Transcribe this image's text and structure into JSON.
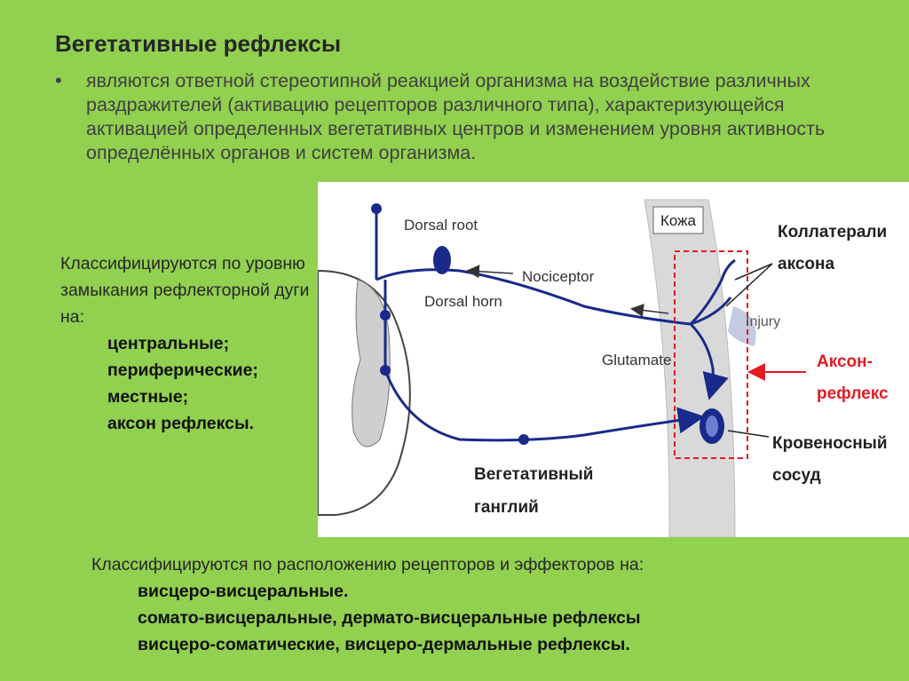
{
  "slide": {
    "title": "Вегетативные рефлексы",
    "bullet_symbol": "•",
    "bullet_text": "являются ответной стереотипной реакцией организма на воздействие различных раздражителей (активацию рецепторов различного типа), характеризующейся активацией определенных вегетативных центров и изменением уровня активность определённых органов и систем организма."
  },
  "classification_level": {
    "intro": "Классифицируются по уровню замыкания рефлекторной дуги на:",
    "items": [
      "центральные;",
      "периферические;",
      "местные;",
      "аксон рефлексы."
    ]
  },
  "diagram": {
    "labels": {
      "dorsal_root": "Dorsal root",
      "nociceptor": "Nociceptor",
      "dorsal_horn": "Dorsal horn",
      "glutamate": "Glutamate",
      "injury": "Injury",
      "skin": "Кожа",
      "collaterals_line1": "Коллатерали",
      "collaterals_line2": "аксона",
      "axon_reflex_line1": "Аксон-",
      "axon_reflex_line2": "рефлекс",
      "vessel_line1": "Кровеносный",
      "vessel_line2": "сосуд",
      "ganglion_line1": "Вегетативный",
      "ganglion_line2": "ганглий"
    },
    "colors": {
      "nerve": "#1a2a8a",
      "axon_reflex": "#e31b23",
      "skin": "#d9d9d9",
      "cord": "#d0d0d0"
    }
  },
  "classification_location": {
    "intro": "Классифицируются по расположению рецепторов и эффекторов на:",
    "items": [
      "висцеро-висцеральные.",
      "сомато-висцеральные, дермато-висцеральные рефлексы",
      "висцеро-соматические, висцеро-дермальные рефлексы."
    ]
  }
}
